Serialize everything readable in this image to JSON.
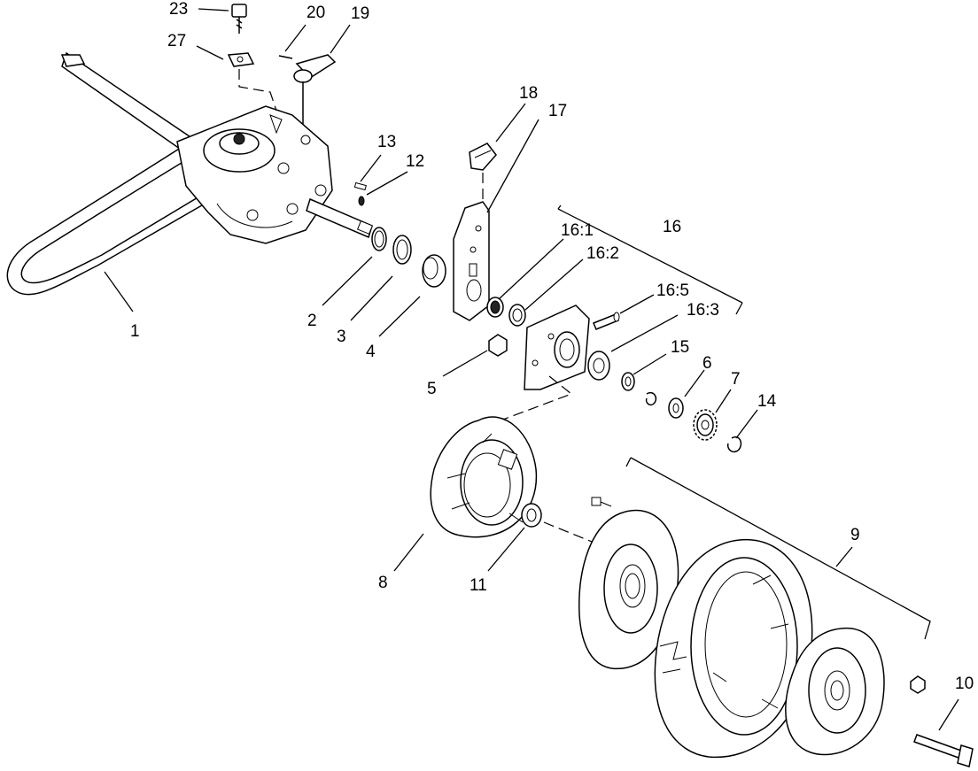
{
  "callouts": {
    "p1": "1",
    "p2": "2",
    "p3": "3",
    "p4": "4",
    "p5": "5",
    "p6": "6",
    "p7": "7",
    "p8": "8",
    "p9": "9",
    "p10": "10",
    "p11": "11",
    "p12": "12",
    "p13": "13",
    "p14": "14",
    "p15": "15",
    "p16": "16",
    "p16_1": "16:1",
    "p16_2": "16:2",
    "p16_3": "16:3",
    "p16_5": "16:5",
    "p17": "17",
    "p18": "18",
    "p19": "19",
    "p20": "20",
    "p23": "23",
    "p27": "27"
  }
}
